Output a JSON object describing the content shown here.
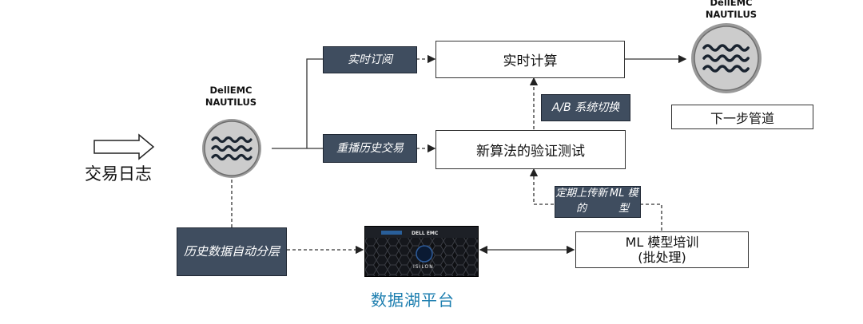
{
  "brand_top": {
    "line1": "DellEMC",
    "line2": "NAUTILUS"
  },
  "brand_left": {
    "line1": "DellEMC",
    "line2": "NAUTILUS"
  },
  "input_label": "交易日志",
  "tags": {
    "subscribe": "实时订阅",
    "replay": "重播历史交易",
    "ab_switch": "A/B 系统切换",
    "upload": {
      "line1": "定期上传新的",
      "line2": "ML 模型"
    },
    "tiering": {
      "line1": "历史数据",
      "line2": "自动分层"
    }
  },
  "boxes": {
    "realtime": "实时计算",
    "validation": "新算法的验证测试",
    "next_pipeline": "下一步管道",
    "training": {
      "line1": "ML 模型培训",
      "line2": "(批处理)"
    }
  },
  "storage": {
    "brand": "DELL EMC",
    "product": "ISILON"
  },
  "lake_label": "数据湖平台",
  "colors": {
    "tag_bg": "#3f4d5f",
    "lake_text": "#1e7fb0",
    "circle": "#c9c9c9"
  },
  "icons": [
    "arrow-right-outline-icon",
    "wave-icon",
    "storage-array-icon"
  ]
}
